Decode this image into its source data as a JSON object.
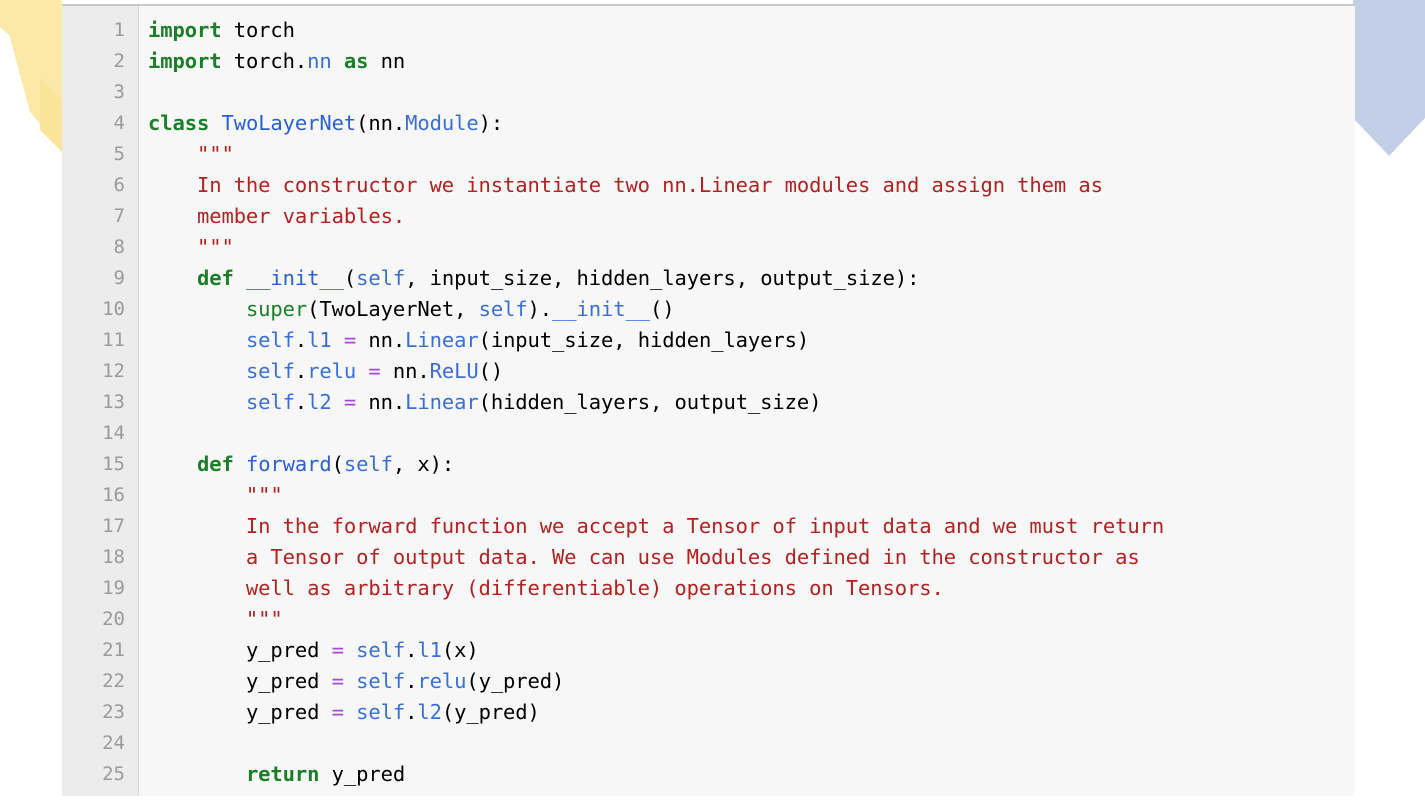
{
  "editor": {
    "language": "python",
    "background_color": "#f7f7f7",
    "gutter_color": "#ececec",
    "line_number_color": "#9a9a9a",
    "first_line": 1,
    "last_line": 25,
    "line_numbers": [
      "1",
      "2",
      "3",
      "4",
      "5",
      "6",
      "7",
      "8",
      "9",
      "10",
      "11",
      "12",
      "13",
      "14",
      "15",
      "16",
      "17",
      "18",
      "19",
      "20",
      "21",
      "22",
      "23",
      "24",
      "25"
    ],
    "lines_plain": [
      "import torch",
      "import torch.nn as nn",
      "",
      "class TwoLayerNet(nn.Module):",
      "    \"\"\"",
      "    In the constructor we instantiate two nn.Linear modules and assign them as",
      "    member variables.",
      "    \"\"\"",
      "    def __init__(self, input_size, hidden_layers, output_size):",
      "        super(TwoLayerNet, self).__init__()",
      "        self.l1 = nn.Linear(input_size, hidden_layers)",
      "        self.relu = nn.ReLU()",
      "        self.l2 = nn.Linear(hidden_layers, output_size)",
      "",
      "    def forward(self, x):",
      "        \"\"\"",
      "        In the forward function we accept a Tensor of input data and we must return",
      "        a Tensor of output data. We can use Modules defined in the constructor as",
      "        well as arbitrary (differentiable) operations on Tensors.",
      "        \"\"\"",
      "        y_pred = self.l1(x)",
      "        y_pred = self.relu(y_pred)",
      "        y_pred = self.l2(y_pred)",
      "",
      "        return y_pred"
    ]
  },
  "syntax_colors": {
    "keyword": "#1a7f28",
    "builtin": "#1a7f28",
    "class_name": "#2a5fd6",
    "attribute": "#3a6fd8",
    "string_docstring": "#b32121",
    "operator": "#a64ad8",
    "plain_text": "#000000"
  },
  "decorations": {
    "left_chevron": {
      "shape": "double-chevron-right",
      "color": "#fae9a8"
    },
    "right_pennant": {
      "shape": "pennant-down",
      "color": "#c3cfe7"
    }
  }
}
